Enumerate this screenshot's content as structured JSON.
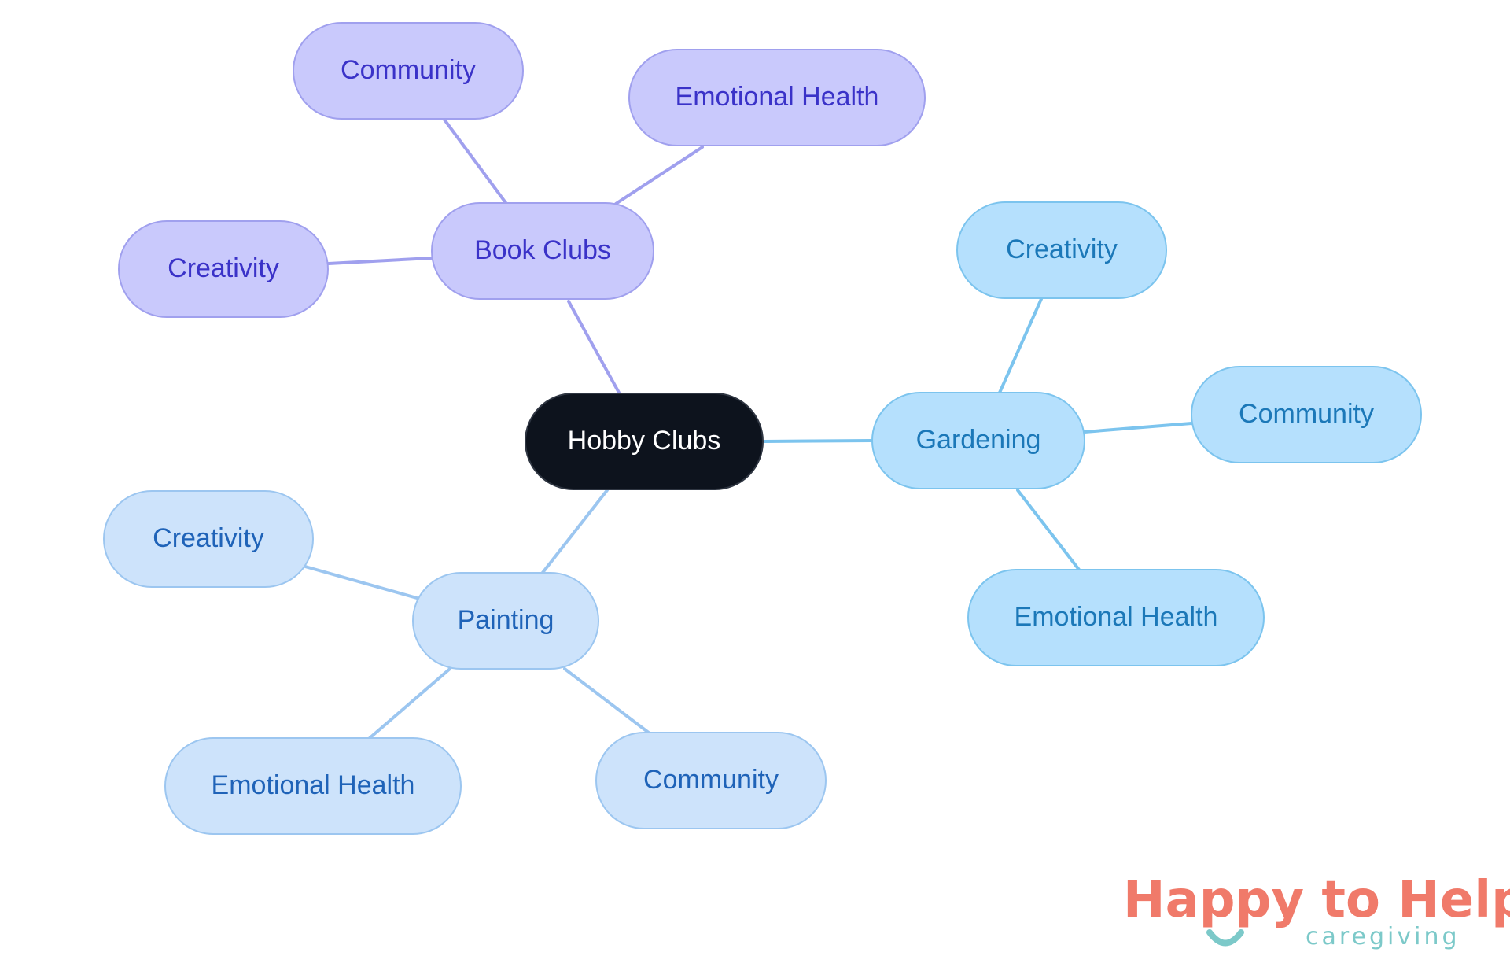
{
  "mindmap": {
    "root": {
      "label": "Hobby Clubs",
      "fill": "#0d131d",
      "stroke": "#2f3642",
      "text_color": "#ffffff"
    },
    "branches": [
      {
        "label": "Book Clubs",
        "fill": "#c9c9fc",
        "stroke": "#a0a0ee",
        "text_color": "#3a32c8",
        "line_color": "#a0a0ee",
        "children": [
          "Community",
          "Emotional Health",
          "Creativity"
        ]
      },
      {
        "label": "Gardening",
        "fill": "#b5e0fd",
        "stroke": "#7cc4ee",
        "text_color": "#1b78b8",
        "line_color": "#7cc4ee",
        "children": [
          "Creativity",
          "Community",
          "Emotional Health"
        ]
      },
      {
        "label": "Painting",
        "fill": "#cde3fb",
        "stroke": "#9cc6f0",
        "text_color": "#1f63b8",
        "line_color": "#9cc6f0",
        "children": [
          "Creativity",
          "Emotional Health",
          "Community"
        ]
      }
    ]
  },
  "logo": {
    "title": "Happy to Help",
    "subtitle": "caregiving",
    "title_color": "#f07a6a",
    "accent_color": "#7cc9c9"
  }
}
